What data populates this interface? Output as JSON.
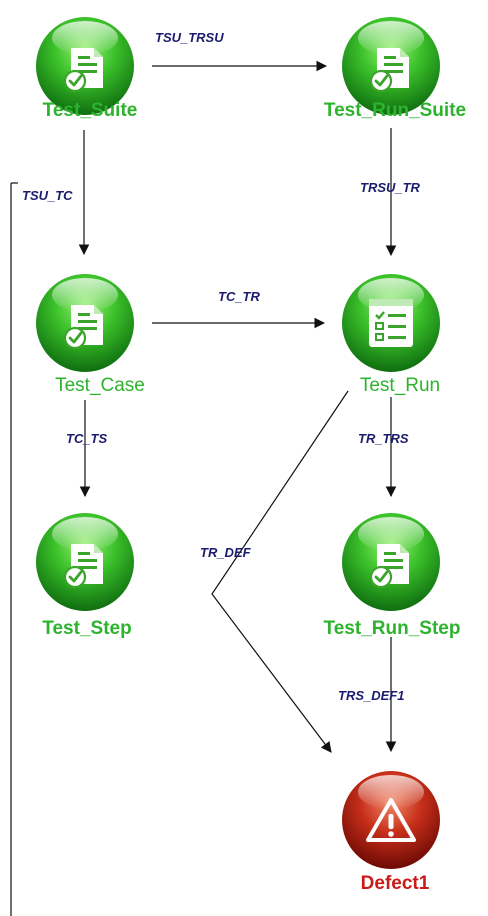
{
  "nodes": {
    "test_suite": {
      "label": "Test_Suite",
      "kind": "document-check",
      "color": "#2db32d",
      "bold": true
    },
    "test_run_suite": {
      "label": "Test_Run_Suite",
      "kind": "document-check",
      "color": "#2db32d",
      "bold": true
    },
    "test_case": {
      "label": "Test_Case",
      "kind": "document-check",
      "color": "#2db32d",
      "bold": false
    },
    "test_run": {
      "label": "Test_Run",
      "kind": "checklist",
      "color": "#2db32d",
      "bold": false
    },
    "test_step": {
      "label": "Test_Step",
      "kind": "document-check",
      "color": "#2db32d",
      "bold": true
    },
    "test_run_step": {
      "label": "Test_Run_Step",
      "kind": "document-check",
      "color": "#2db32d",
      "bold": true
    },
    "defect1": {
      "label": "Defect1",
      "kind": "warning",
      "color": "#cc1a1a",
      "bold": true
    }
  },
  "edges": {
    "tsu_trsu": {
      "label": "TSU_TRSU",
      "from": "Test_Suite",
      "to": "Test_Run_Suite"
    },
    "tsu_tc": {
      "label": "TSU_TC",
      "from": "Test_Suite",
      "to": "Test_Case"
    },
    "trsu_tr": {
      "label": "TRSU_TR",
      "from": "Test_Run_Suite",
      "to": "Test_Run"
    },
    "tc_tr": {
      "label": "TC_TR",
      "from": "Test_Case",
      "to": "Test_Run"
    },
    "tc_ts": {
      "label": "TC_TS",
      "from": "Test_Case",
      "to": "Test_Step"
    },
    "tr_trs": {
      "label": "TR_TRS",
      "from": "Test_Run",
      "to": "Test_Run_Step"
    },
    "tr_def": {
      "label": "TR_DEF",
      "from": "Test_Run",
      "to": "Defect1"
    },
    "trs_def1": {
      "label": "TRS_DEF1",
      "from": "Test_Run_Step",
      "to": "Defect1"
    }
  }
}
